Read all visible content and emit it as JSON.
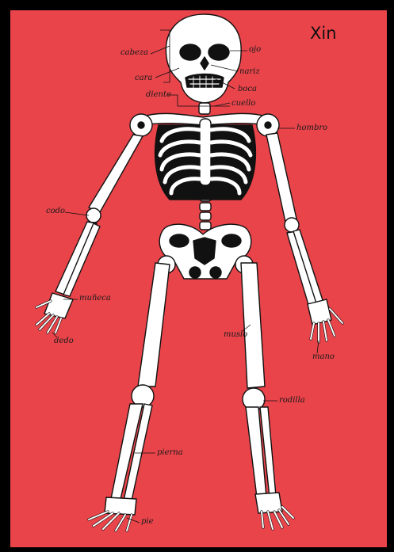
{
  "author": "Xin",
  "colors": {
    "paper": "#e8444a",
    "bone": "#ffffff",
    "ink": "#111111",
    "frame": "#000000"
  },
  "labels": {
    "cabeza": "cabeza",
    "ojo": "ojo",
    "nariz": "nariz",
    "cara": "cara",
    "boca": "boca",
    "diente": "diente",
    "cuello": "cuello",
    "hombro": "hombro",
    "codo": "codo",
    "muneca": "muñeca",
    "dedo": "dedo",
    "muslo": "muslo",
    "mano": "mano",
    "rodilla": "rodilla",
    "pierna": "pierna",
    "pie": "pie"
  }
}
